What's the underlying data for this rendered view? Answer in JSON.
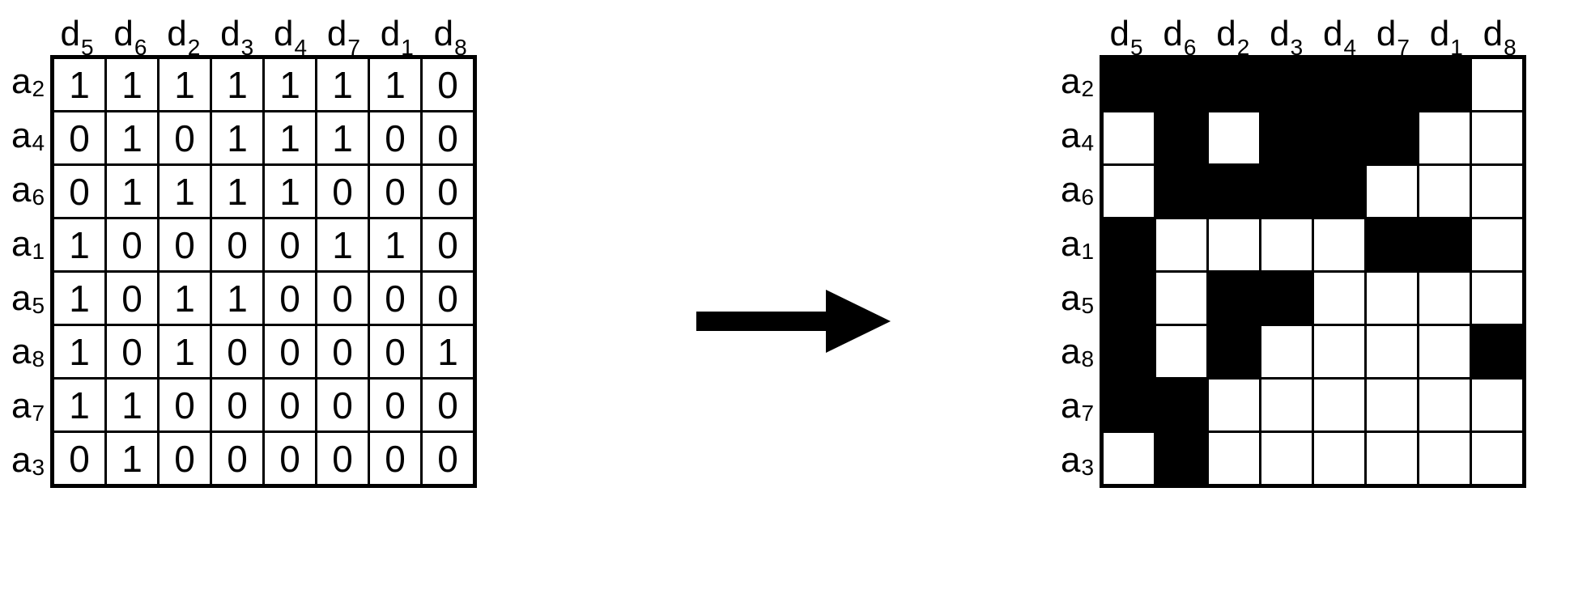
{
  "figure": {
    "arrow_label": "transforms-to-arrow",
    "legend": {
      "one_means": "black",
      "zero_means": "white"
    }
  },
  "colors": {
    "ink": "#000000",
    "paper": "#ffffff",
    "cell_on": "#000000",
    "cell_off": "#ffffff"
  },
  "chart_data": {
    "type": "heatmap",
    "title": "",
    "xlabel": "",
    "ylabel": "",
    "grid": true,
    "legend": "none",
    "categories": [
      "d5",
      "d6",
      "d2",
      "d3",
      "d4",
      "d7",
      "d1",
      "d8"
    ],
    "column_labels": [
      {
        "base": "d",
        "sub": "5"
      },
      {
        "base": "d",
        "sub": "6"
      },
      {
        "base": "d",
        "sub": "2"
      },
      {
        "base": "d",
        "sub": "3"
      },
      {
        "base": "d",
        "sub": "4"
      },
      {
        "base": "d",
        "sub": "7"
      },
      {
        "base": "d",
        "sub": "1"
      },
      {
        "base": "d",
        "sub": "8"
      }
    ],
    "row_labels": [
      {
        "base": "a",
        "sub": "2"
      },
      {
        "base": "a",
        "sub": "4"
      },
      {
        "base": "a",
        "sub": "6"
      },
      {
        "base": "a",
        "sub": "1"
      },
      {
        "base": "a",
        "sub": "5"
      },
      {
        "base": "a",
        "sub": "8"
      },
      {
        "base": "a",
        "sub": "7"
      },
      {
        "base": "a",
        "sub": "3"
      }
    ],
    "rows": [
      "a2",
      "a4",
      "a6",
      "a1",
      "a5",
      "a8",
      "a7",
      "a3"
    ],
    "values": [
      [
        1,
        1,
        1,
        1,
        1,
        1,
        1,
        0
      ],
      [
        0,
        1,
        0,
        1,
        1,
        1,
        0,
        0
      ],
      [
        0,
        1,
        1,
        1,
        1,
        0,
        0,
        0
      ],
      [
        1,
        0,
        0,
        0,
        0,
        1,
        1,
        0
      ],
      [
        1,
        0,
        1,
        1,
        0,
        0,
        0,
        0
      ],
      [
        1,
        0,
        1,
        0,
        0,
        0,
        0,
        1
      ],
      [
        1,
        1,
        0,
        0,
        0,
        0,
        0,
        0
      ],
      [
        0,
        1,
        0,
        0,
        0,
        0,
        0,
        0
      ]
    ]
  },
  "left_panel": {
    "name": "binary-incidence-table"
  },
  "right_panel": {
    "name": "binary-image-matrix"
  }
}
